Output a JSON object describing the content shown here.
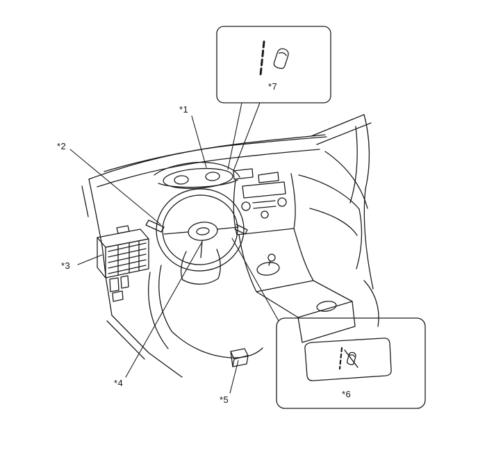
{
  "diagram": {
    "type": "technical-illustration",
    "labels": {
      "l1": "*1",
      "l2": "*2",
      "l3": "*3",
      "l4": "*4",
      "l5": "*5",
      "l6": "*6",
      "l7": "*7"
    },
    "icons": {
      "indicator": "lane-departure-indicator-icon",
      "switch": "lane-departure-switch-icon"
    },
    "colors": {
      "line": "#1a1a1a",
      "background": "#ffffff"
    }
  }
}
